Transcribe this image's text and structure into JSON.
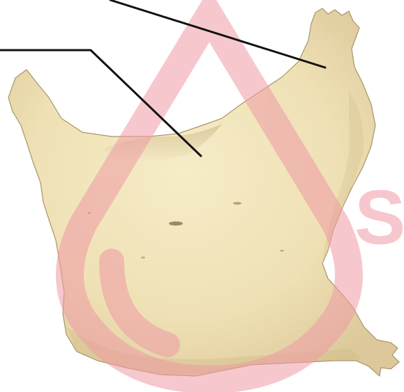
{
  "image": {
    "subject": "bone-illustration",
    "background_color": "#ffffff",
    "bone_color": "#f2e6bd",
    "bone_shadow_color": "#d9c79a",
    "bone_edge_color": "#a89568",
    "line_color": "#111111"
  },
  "watermark": {
    "color": "#ef9aa5",
    "letter": "S"
  },
  "leader_lines": {
    "count": 2
  }
}
